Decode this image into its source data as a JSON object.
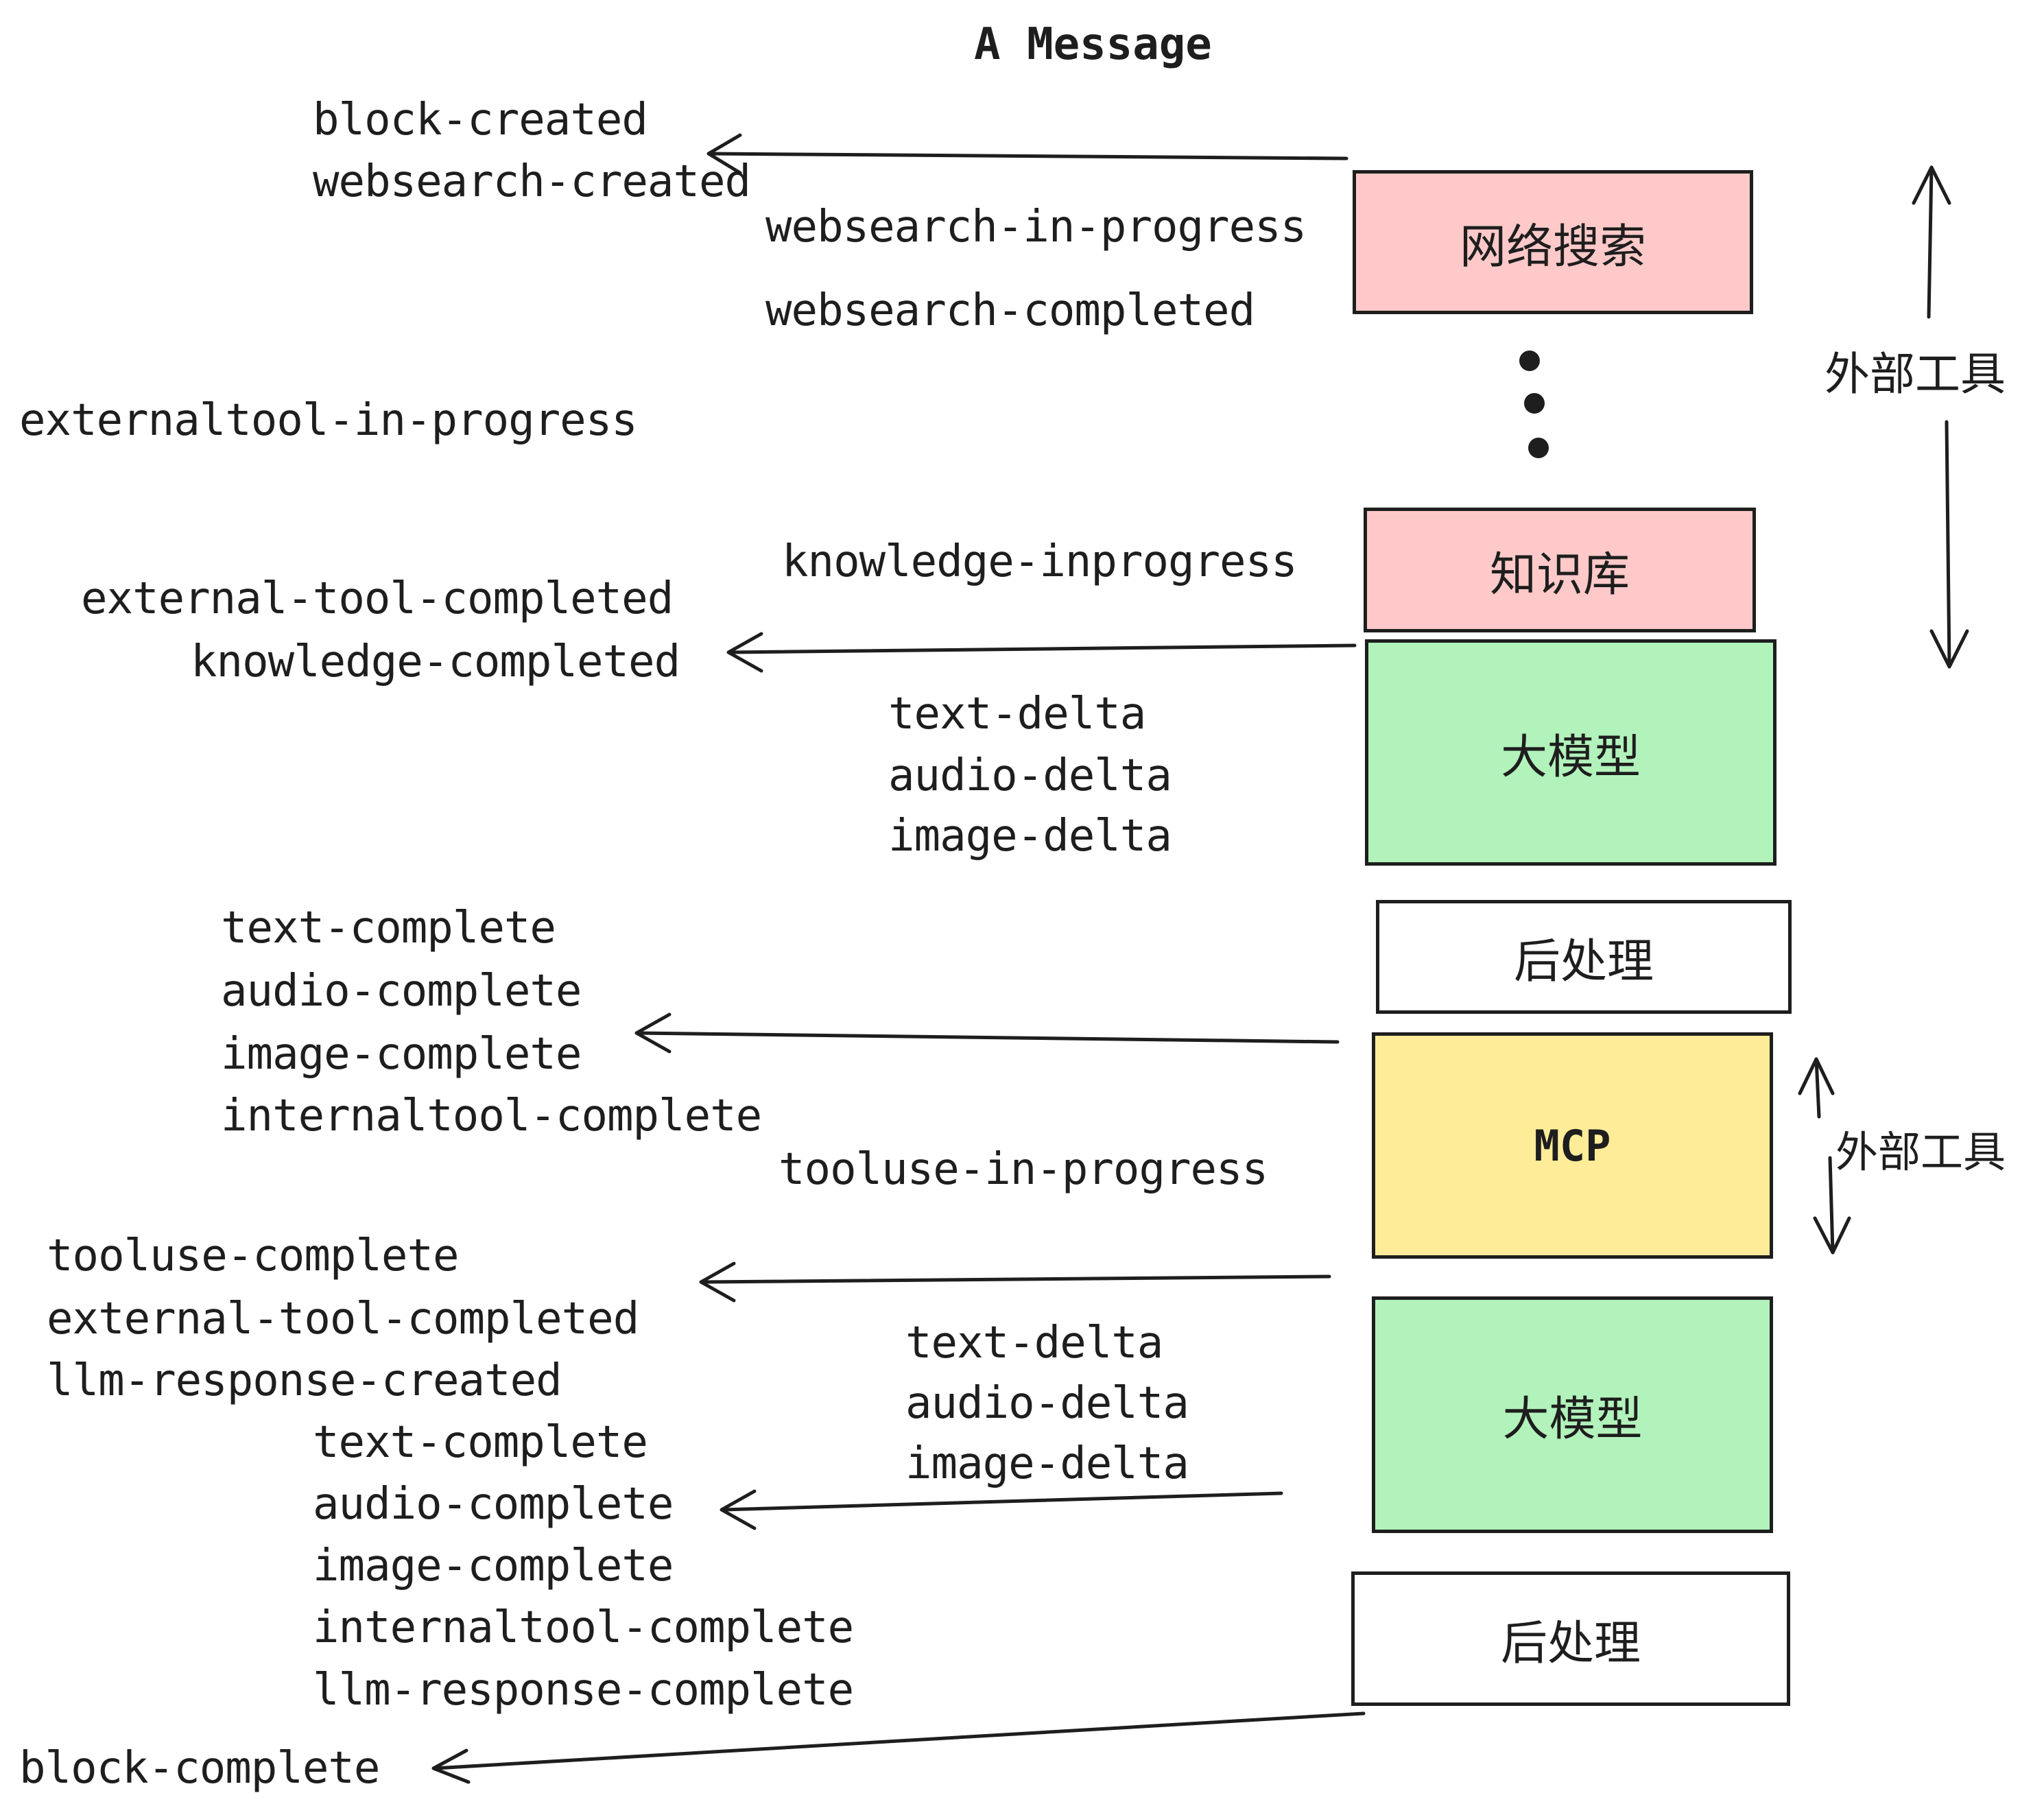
{
  "title": "A Message",
  "events": {
    "block_created": "block-created",
    "websearch_created": "websearch-created",
    "websearch_in_progress": "websearch-in-progress",
    "websearch_completed": "websearch-completed",
    "externaltool_in_progress": "externaltool-in-progress",
    "knowledge_inprogress": "knowledge-inprogress",
    "external_tool_completed": "external-tool-completed",
    "knowledge_completed": "knowledge-completed",
    "text_delta": "text-delta",
    "audio_delta": "audio-delta",
    "image_delta": "image-delta",
    "text_complete": "text-complete",
    "audio_complete": "audio-complete",
    "image_complete": "image-complete",
    "internaltool_complete": "internaltool-complete",
    "tooluse_in_progress": "tooluse-in-progress",
    "tooluse_complete": "tooluse-complete",
    "llm_response_created": "llm-response-created",
    "llm_response_complete": "llm-response-complete",
    "block_complete": "block-complete"
  },
  "boxes": {
    "websearch": {
      "label": "网络搜索",
      "fill": "#ffc9c9"
    },
    "knowledge": {
      "label": "知识库",
      "fill": "#ffc9c9"
    },
    "llm1": {
      "label": "大模型",
      "fill": "#b2f2bb"
    },
    "postprocess1": {
      "label": "后处理",
      "fill": "#ffffff"
    },
    "mcp": {
      "label": "MCP",
      "fill": "#ffec99"
    },
    "llm2": {
      "label": "大模型",
      "fill": "#b2f2bb"
    },
    "postprocess2": {
      "label": "后处理",
      "fill": "#ffffff"
    }
  },
  "annotations": {
    "external_tools_top": "外部工具",
    "external_tools_bottom": "外部工具"
  },
  "colors": {
    "stroke": "#1e1e1e",
    "pink": "#ffc9c9",
    "green": "#b2f2bb",
    "yellow": "#ffec99",
    "white": "#ffffff",
    "background": "#ffffff"
  }
}
